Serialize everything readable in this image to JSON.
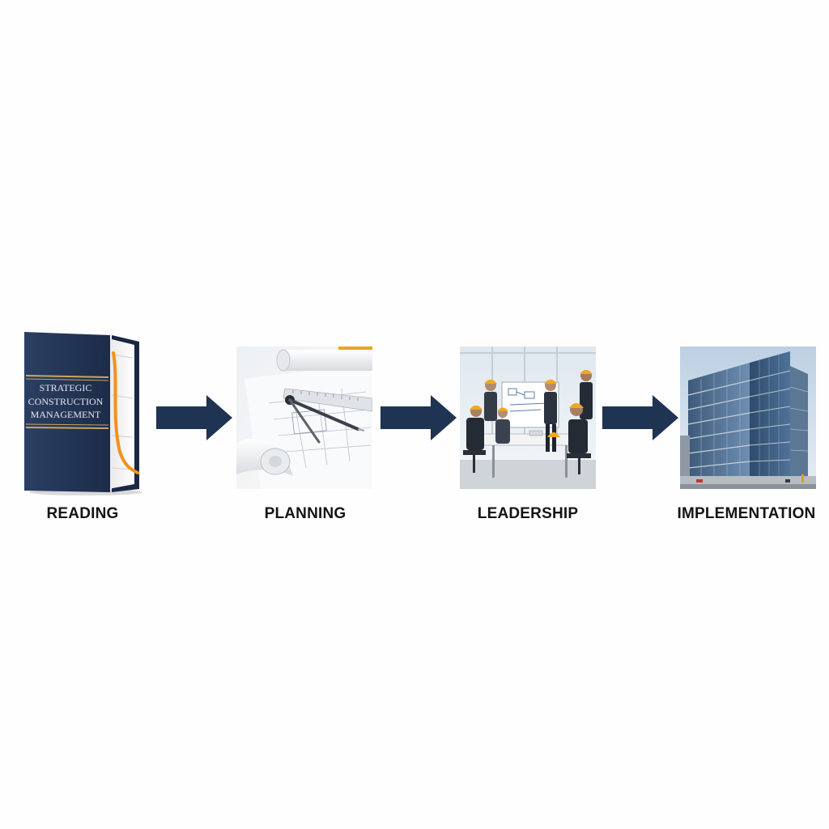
{
  "diagram": {
    "steps": [
      {
        "id": "reading",
        "label": "READING",
        "illustration": "book-icon",
        "book_title_lines": [
          "STRATEGIC",
          "CONSTRUCTION",
          "MANAGEMENT"
        ]
      },
      {
        "id": "planning",
        "label": "PLANNING",
        "illustration": "blueprint-compass-icon"
      },
      {
        "id": "leadership",
        "label": "LEADERSHIP",
        "illustration": "team-meeting-icon"
      },
      {
        "id": "implementation",
        "label": "IMPLEMENTATION",
        "illustration": "office-building-icon"
      }
    ],
    "connector": "arrow-right-icon",
    "colors": {
      "navy": "#1f3352",
      "orange": "#f0a020",
      "label": "#141414"
    }
  }
}
